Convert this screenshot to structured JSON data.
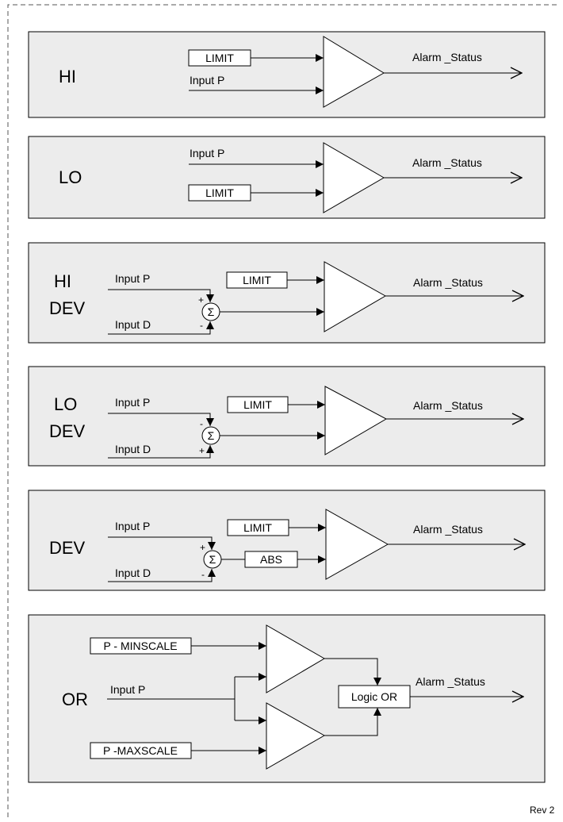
{
  "panels": [
    {
      "title_line1": "HI",
      "title_line2": "",
      "inputs": [
        "LIMIT",
        "Input P"
      ],
      "output": "Alarm _Status"
    },
    {
      "title_line1": "LO",
      "title_line2": "",
      "inputs": [
        "Input P",
        "LIMIT"
      ],
      "output": "Alarm _Status"
    },
    {
      "title_line1": "HI",
      "title_line2": "DEV",
      "inputs": [
        "Input P",
        "Input D",
        "LIMIT"
      ],
      "signs": [
        "+",
        "-"
      ],
      "sum": "Σ",
      "output": "Alarm _Status"
    },
    {
      "title_line1": "LO",
      "title_line2": "DEV",
      "inputs": [
        "Input P",
        "Input D",
        "LIMIT"
      ],
      "signs": [
        "-",
        "+"
      ],
      "sum": "Σ",
      "output": "Alarm _Status"
    },
    {
      "title_line1": "DEV",
      "title_line2": "",
      "inputs": [
        "Input P",
        "Input D",
        "LIMIT"
      ],
      "signs": [
        "+",
        "-"
      ],
      "sum": "Σ",
      "abs": "ABS",
      "output": "Alarm _Status"
    },
    {
      "title_line1": "OR",
      "title_line2": "",
      "inputs": [
        "P - MINSCALE",
        "Input P",
        "P -MAXSCALE"
      ],
      "logic": "Logic OR",
      "output": "Alarm _Status"
    }
  ],
  "footer": {
    "revision": "Rev 2"
  }
}
